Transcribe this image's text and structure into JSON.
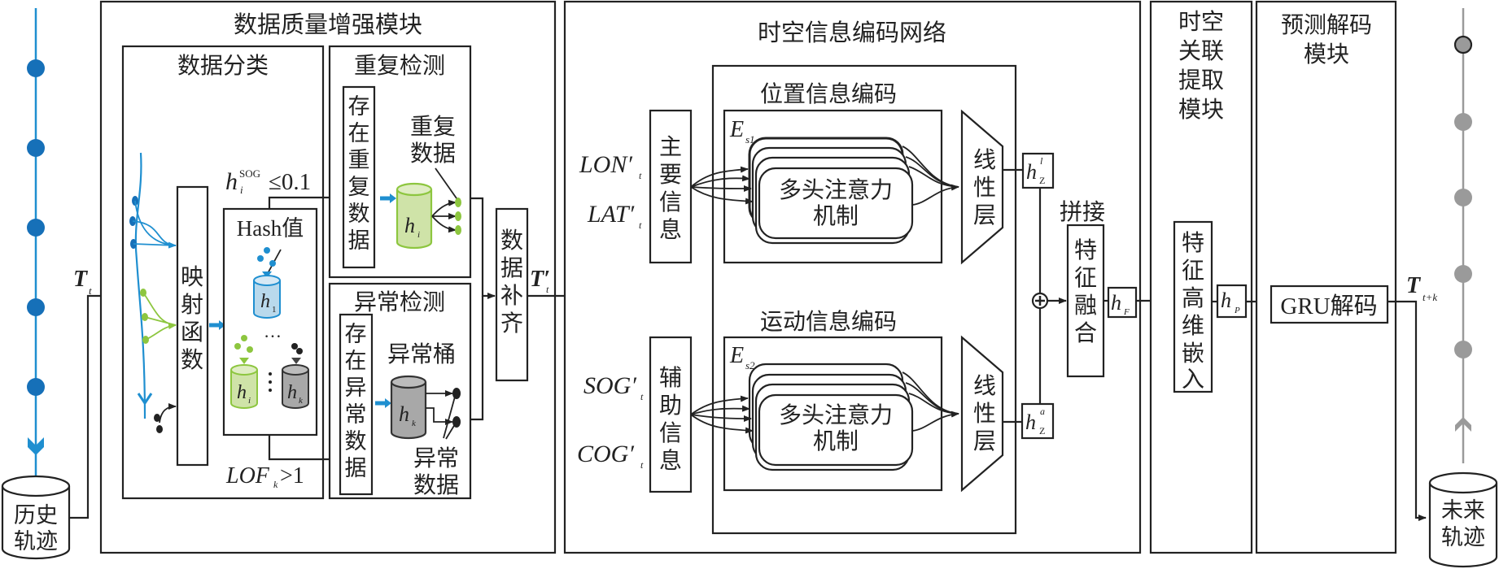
{
  "colors": {
    "blue_trajectory": "#1f8fd0",
    "blue_dot": "#1670b8",
    "green": "#8dc63f",
    "green_fill": "#cfe3a8",
    "gray_trajectory": "#9a9a9a",
    "gray_bucket": "#a8a8a8",
    "light_blue_bucket": "#b9d9ec",
    "line": "#222222"
  },
  "history": {
    "label_line1": "历史",
    "label_line2": "轨迹"
  },
  "future": {
    "label_line1": "未来",
    "label_line2": "轨迹"
  },
  "input_label": {
    "symbol": "T",
    "sub": "t"
  },
  "output_label": {
    "symbol": "T",
    "sub": "t+k"
  },
  "quality_module": {
    "title": "数据质量增强模块",
    "classification": {
      "title": "数据分类",
      "mapping_function": [
        "映",
        "射",
        "函",
        "数"
      ],
      "hash_label": "Hash值",
      "buckets": [
        {
          "symbol": "h",
          "sub": "1"
        },
        {
          "symbol": "h",
          "sub": "i"
        },
        {
          "symbol": "h",
          "sub": "k"
        }
      ],
      "ellipsis": "…",
      "condition_top": {
        "symbol": "h",
        "sup": "SOG",
        "sub": "i",
        "rel": "≤0.1"
      },
      "condition_bottom": {
        "symbol": "LOF",
        "sub": "k",
        "rel": ">1"
      }
    },
    "duplicate": {
      "title": "重复检测",
      "exists_label": [
        "存",
        "在",
        "重",
        "复",
        "数",
        "据"
      ],
      "dup_data_line1": "重复",
      "dup_data_line2": "数据",
      "bucket": {
        "symbol": "h",
        "sub": "i"
      }
    },
    "anomaly": {
      "title": "异常检测",
      "exists_label": [
        "存",
        "在",
        "异",
        "常",
        "数",
        "据"
      ],
      "bucket_label": "异常桶",
      "anom_data_line1": "异常",
      "anom_data_line2": "数据",
      "bucket": {
        "symbol": "h",
        "sub": "k"
      }
    },
    "completion": [
      "数",
      "据",
      "补",
      "齐"
    ],
    "output_label": {
      "symbol": "T′",
      "sub": "t"
    }
  },
  "encoding_network": {
    "title": "时空信息编码网络",
    "inputs": {
      "lon": {
        "symbol": "LON′",
        "sub": "t"
      },
      "lat": {
        "symbol": "LAT′",
        "sub": "t"
      },
      "sog": {
        "symbol": "SOG′",
        "sub": "t"
      },
      "cog": {
        "symbol": "COG′",
        "sub": "t"
      }
    },
    "primary_info": [
      "主",
      "要",
      "信",
      "息"
    ],
    "auxiliary_info": [
      "辅",
      "助",
      "信",
      "息"
    ],
    "position_encoding": {
      "title": "位置信息编码",
      "encoder": {
        "symbol": "E",
        "sub": "s1"
      },
      "attention_line1": "多头注意力",
      "attention_line2": "机制",
      "linear": [
        "线",
        "性",
        "层"
      ],
      "output": {
        "symbol": "h",
        "sub": "Z",
        "sup": "l"
      }
    },
    "motion_encoding": {
      "title": "运动信息编码",
      "encoder": {
        "symbol": "E",
        "sub": "s2"
      },
      "attention_line1": "多头注意力",
      "attention_line2": "机制",
      "linear": [
        "线",
        "性",
        "层"
      ],
      "output": {
        "symbol": "h",
        "sub": "Z",
        "sup": "a"
      }
    },
    "concat_label": "拼接",
    "fusion": [
      "特",
      "征",
      "融",
      "合"
    ],
    "fusion_output": {
      "symbol": "h",
      "sub": "F"
    }
  },
  "correlation_module": {
    "title_lines": [
      "时空",
      "关联",
      "提取",
      "模块"
    ],
    "embedding": [
      "特",
      "征",
      "高",
      "维",
      "嵌",
      "入"
    ],
    "output": {
      "symbol": "h",
      "sub": "P"
    }
  },
  "decoder_module": {
    "title_line1": "预测解码",
    "title_line2": "模块",
    "gru_label": "GRU解码"
  }
}
